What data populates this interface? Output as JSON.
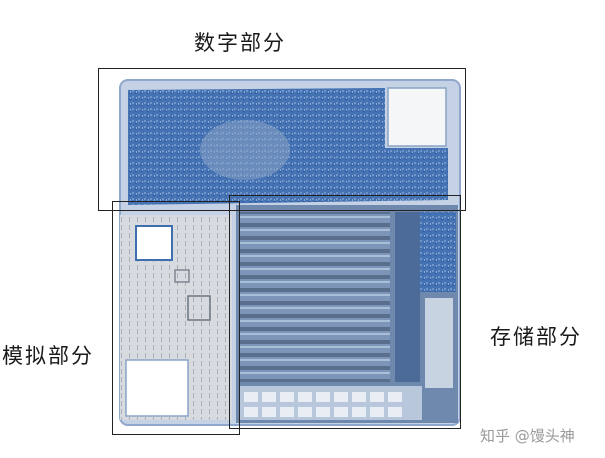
{
  "labels": {
    "digital": "数字部分",
    "analog": "模拟部分",
    "memory": "存储部分"
  },
  "watermark": "知乎 @馒头神",
  "colors": {
    "chip_blue": "#3f6fb0",
    "chip_outline": "#7a9ccc",
    "analog_gray": "#d6d8dc",
    "frame": "#222222"
  }
}
